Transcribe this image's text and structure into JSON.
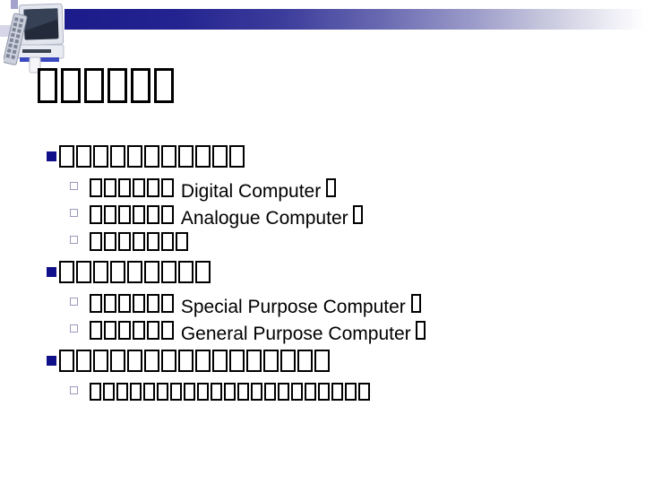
{
  "slide": {
    "kind": "presentation-slide",
    "colors": {
      "banner_left": "#1b1b8b",
      "banner_right": "#ffffff",
      "level1_bullet": "#10108a",
      "level2_bullet_border": "#9a9abc",
      "tofu_border": "#000000",
      "background": "#ffffff"
    },
    "icons": {
      "clipart": "desktop-computer-clipart"
    },
    "title": {
      "missing_glyph_boxes": 6,
      "note_rendered_as": "six empty missing-glyph boxes"
    },
    "bullets": [
      {
        "level": 1,
        "boxes_before": 11,
        "text": "",
        "boxes_after": 0,
        "small": false
      },
      {
        "level": 2,
        "boxes_before": 6,
        "text": "Digital Computer",
        "boxes_after": 1,
        "small": false
      },
      {
        "level": 2,
        "boxes_before": 6,
        "text": "Analogue Computer",
        "boxes_after": 1,
        "small": false
      },
      {
        "level": 2,
        "boxes_before": 7,
        "text": "",
        "boxes_after": 0,
        "small": false
      },
      {
        "level": 1,
        "boxes_before": 9,
        "text": "",
        "boxes_after": 0,
        "small": false
      },
      {
        "level": 2,
        "boxes_before": 6,
        "text": "Special Purpose Computer",
        "boxes_after": 1,
        "small": false
      },
      {
        "level": 2,
        "boxes_before": 6,
        "text": "General Purpose Computer",
        "boxes_after": 1,
        "small": false
      },
      {
        "level": 1,
        "boxes_before": 16,
        "text": "",
        "boxes_after": 0,
        "small": false
      },
      {
        "level": 2,
        "boxes_before": 21,
        "text": "",
        "boxes_after": 0,
        "small": true
      }
    ]
  }
}
